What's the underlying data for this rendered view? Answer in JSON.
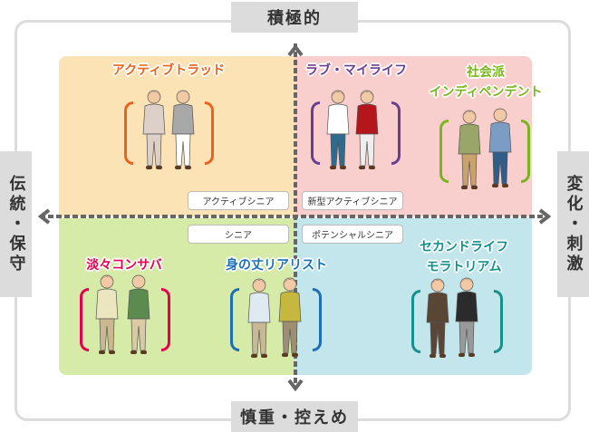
{
  "axes": {
    "top": "積極的",
    "bottom": "慎重・控えめ",
    "left": "伝統・保守",
    "right": "変化・刺激"
  },
  "tags": {
    "active_senior": "アクティブシニア",
    "new_active_senior": "新型アクティブシニア",
    "senior": "シニア",
    "potential_senior": "ポテンシャルシニア"
  },
  "groups": [
    {
      "name": "アクティブトラッド",
      "color": "#e8641e"
    },
    {
      "name": "ラブ・マイライフ",
      "color": "#6b3d8f"
    },
    {
      "name_line1": "社会派",
      "name_line2": "インディペンデント",
      "color": "#7ab51d"
    },
    {
      "name": "淡々コンサバ",
      "color": "#e5004f"
    },
    {
      "name": "身の丈リアリスト",
      "color": "#1a6fb9"
    },
    {
      "name_line1": "セカンドライフ",
      "name_line2": "モラトリアム",
      "color": "#14918d"
    }
  ]
}
